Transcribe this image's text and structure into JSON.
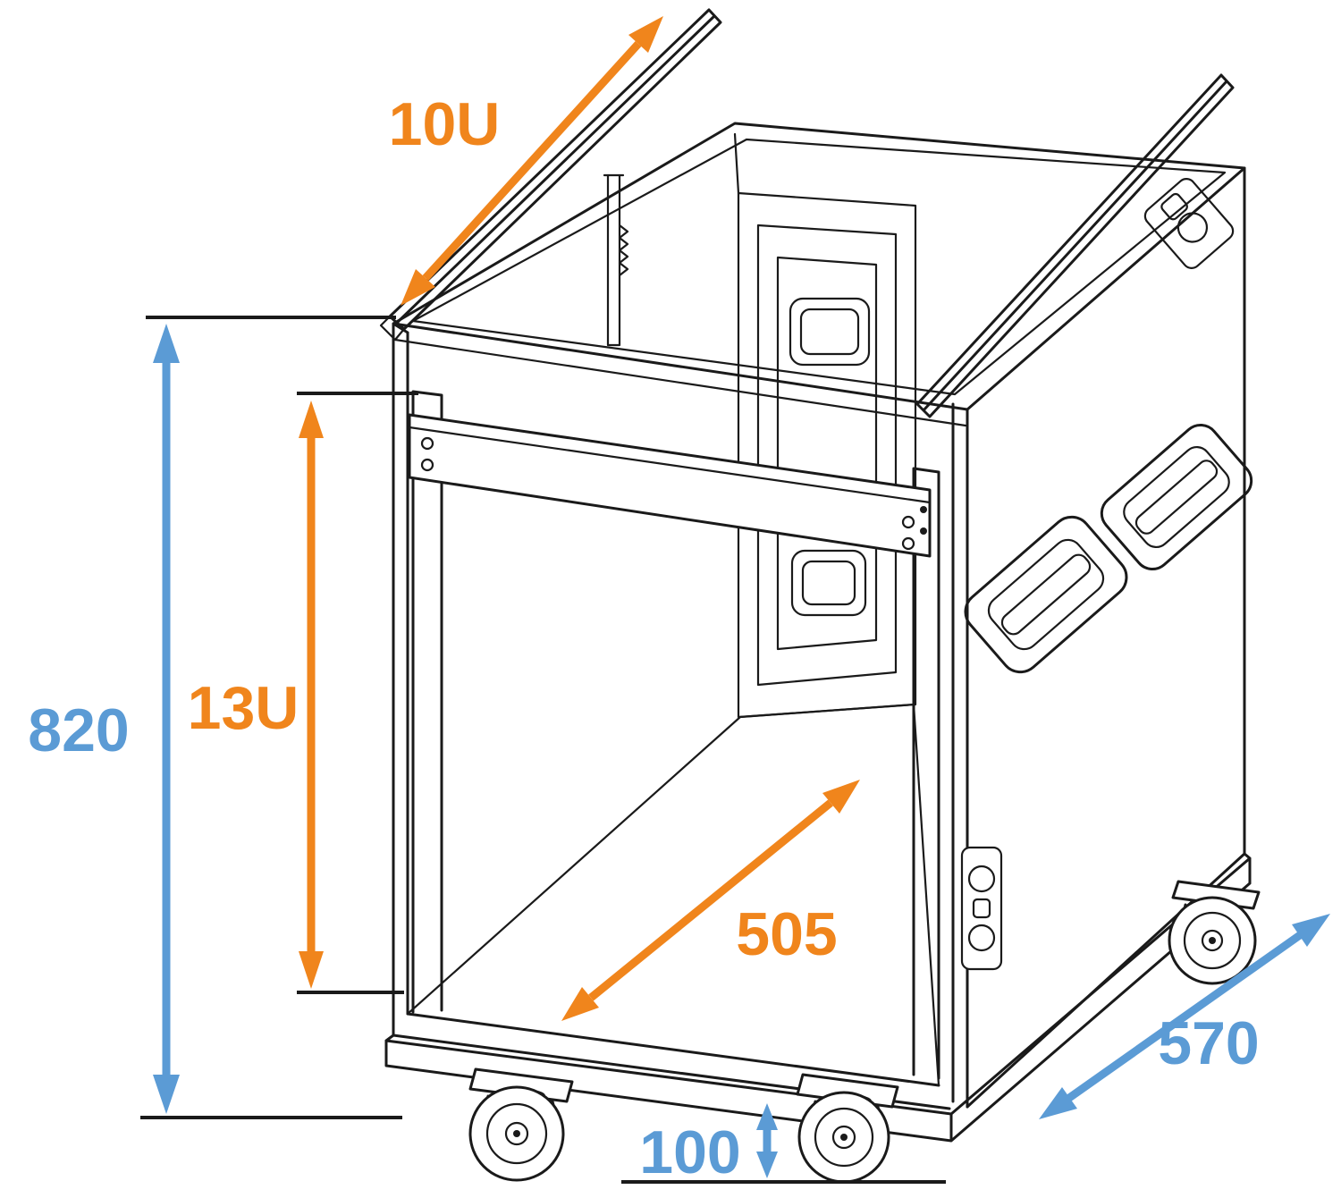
{
  "colors": {
    "line": "#1a1a1a",
    "orange": "#f0851c",
    "blue": "#5b9bd5",
    "background": "#ffffff"
  },
  "dimensions": {
    "top_rack": {
      "label": "10U"
    },
    "front_rack": {
      "label": "13U"
    },
    "overall_height": {
      "label": "820"
    },
    "inner_depth": {
      "label": "505"
    },
    "outer_depth": {
      "label": "570"
    },
    "caster_height": {
      "label": "100"
    }
  }
}
